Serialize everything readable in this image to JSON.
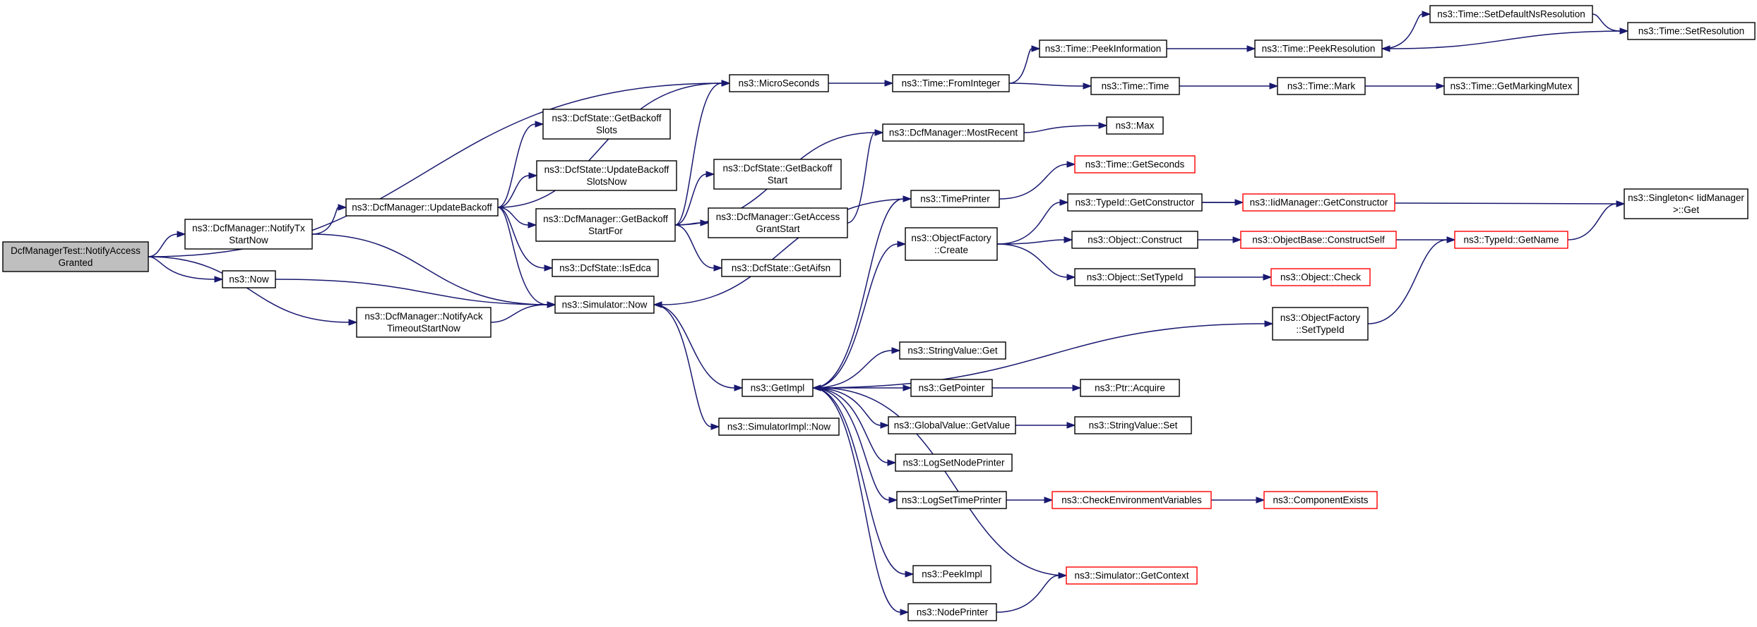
{
  "colors": {
    "edge": "#191970",
    "truncated_border": "#ff0000",
    "root_fill": "#bfbfbf"
  },
  "nodes": [
    {
      "id": "root",
      "lines": [
        "DcfManagerTest::NotifyAccess",
        "Granted"
      ],
      "root": true
    },
    {
      "id": "notifyTx",
      "lines": [
        "ns3::DcfManager::NotifyTx",
        "StartNow"
      ]
    },
    {
      "id": "now",
      "lines": [
        "ns3::Now"
      ]
    },
    {
      "id": "notifyAck",
      "lines": [
        "ns3::DcfManager::NotifyAck",
        "TimeoutStartNow"
      ]
    },
    {
      "id": "updateBackoff",
      "lines": [
        "ns3::DcfManager::UpdateBackoff"
      ]
    },
    {
      "id": "simNow",
      "lines": [
        "ns3::Simulator::Now"
      ]
    },
    {
      "id": "dsGetBackoffSlots",
      "lines": [
        "ns3::DcfState::GetBackoff",
        "Slots"
      ]
    },
    {
      "id": "dsUpdateBackoff",
      "lines": [
        "ns3::DcfState::UpdateBackoff",
        "SlotsNow"
      ]
    },
    {
      "id": "getBackoffStartFor",
      "lines": [
        "ns3::DcfManager::GetBackoff",
        "StartFor"
      ]
    },
    {
      "id": "isEdca",
      "lines": [
        "ns3::DcfState::IsEdca"
      ]
    },
    {
      "id": "microSeconds",
      "lines": [
        "ns3::MicroSeconds"
      ]
    },
    {
      "id": "dsGetBackoffStart",
      "lines": [
        "ns3::DcfState::GetBackoff",
        "Start"
      ]
    },
    {
      "id": "getAccessGrant",
      "lines": [
        "ns3::DcfManager::GetAccess",
        "GrantStart"
      ]
    },
    {
      "id": "getAifsn",
      "lines": [
        "ns3::DcfState::GetAifsn"
      ]
    },
    {
      "id": "getImpl",
      "lines": [
        "ns3::GetImpl"
      ]
    },
    {
      "id": "simImplNow",
      "lines": [
        "ns3::SimulatorImpl::Now"
      ]
    },
    {
      "id": "fromInteger",
      "lines": [
        "ns3::Time::FromInteger"
      ]
    },
    {
      "id": "mostRecent",
      "lines": [
        "ns3::DcfManager::MostRecent"
      ]
    },
    {
      "id": "timePrinter",
      "lines": [
        "ns3::TimePrinter"
      ]
    },
    {
      "id": "ofCreate",
      "lines": [
        "ns3::ObjectFactory",
        "::Create"
      ]
    },
    {
      "id": "stringValueGet",
      "lines": [
        "ns3::StringValue::Get"
      ]
    },
    {
      "id": "getPointer",
      "lines": [
        "ns3::GetPointer"
      ]
    },
    {
      "id": "gvGetValue",
      "lines": [
        "ns3::GlobalValue::GetValue"
      ]
    },
    {
      "id": "logSetNodePrinter",
      "lines": [
        "ns3::LogSetNodePrinter"
      ]
    },
    {
      "id": "logSetTimePrinter",
      "lines": [
        "ns3::LogSetTimePrinter"
      ]
    },
    {
      "id": "peekImpl",
      "lines": [
        "ns3::PeekImpl"
      ]
    },
    {
      "id": "nodePrinter",
      "lines": [
        "ns3::NodePrinter"
      ]
    },
    {
      "id": "peekInformation",
      "lines": [
        "ns3::Time::PeekInformation"
      ]
    },
    {
      "id": "timeTime",
      "lines": [
        "ns3::Time::Time"
      ]
    },
    {
      "id": "max",
      "lines": [
        "ns3::Max"
      ]
    },
    {
      "id": "getSeconds",
      "lines": [
        "ns3::Time::GetSeconds"
      ],
      "truncated": true
    },
    {
      "id": "getConstructor",
      "lines": [
        "ns3::TypeId::GetConstructor"
      ]
    },
    {
      "id": "objConstruct",
      "lines": [
        "ns3::Object::Construct"
      ]
    },
    {
      "id": "objSetTypeId",
      "lines": [
        "ns3::Object::SetTypeId"
      ]
    },
    {
      "id": "ofSetTypeId",
      "lines": [
        "ns3::ObjectFactory",
        "::SetTypeId"
      ]
    },
    {
      "id": "ptrAcquire",
      "lines": [
        "ns3::Ptr::Acquire"
      ]
    },
    {
      "id": "svSet",
      "lines": [
        "ns3::StringValue::Set"
      ]
    },
    {
      "id": "checkEnv",
      "lines": [
        "ns3::CheckEnvironmentVariables"
      ],
      "truncated": true
    },
    {
      "id": "simGetContext",
      "lines": [
        "ns3::Simulator::GetContext"
      ],
      "truncated": true
    },
    {
      "id": "peekResolution",
      "lines": [
        "ns3::Time::PeekResolution"
      ]
    },
    {
      "id": "timeMark",
      "lines": [
        "ns3::Time::Mark"
      ]
    },
    {
      "id": "iidGetConstructor",
      "lines": [
        "ns3::IidManager::GetConstructor"
      ],
      "truncated": true
    },
    {
      "id": "constructSelf",
      "lines": [
        "ns3::ObjectBase::ConstructSelf"
      ],
      "truncated": true
    },
    {
      "id": "objCheck",
      "lines": [
        "ns3::Object::Check"
      ],
      "truncated": true
    },
    {
      "id": "componentExists",
      "lines": [
        "ns3::ComponentExists"
      ],
      "truncated": true
    },
    {
      "id": "setDefaultNs",
      "lines": [
        "ns3::Time::SetDefaultNsResolution"
      ]
    },
    {
      "id": "getMarkingMutex",
      "lines": [
        "ns3::Time::GetMarkingMutex"
      ]
    },
    {
      "id": "typeIdGetName",
      "lines": [
        "ns3::TypeId::GetName"
      ],
      "truncated": true
    },
    {
      "id": "setResolution",
      "lines": [
        "ns3::Time::SetResolution"
      ]
    },
    {
      "id": "singletonGet",
      "lines": [
        "ns3::Singleton< IidManager",
        " >::Get"
      ]
    }
  ],
  "edges": [
    [
      "root",
      "microSeconds"
    ],
    [
      "root",
      "notifyTx"
    ],
    [
      "root",
      "now"
    ],
    [
      "root",
      "notifyAck"
    ],
    [
      "notifyTx",
      "updateBackoff"
    ],
    [
      "notifyTx",
      "simNow"
    ],
    [
      "now",
      "simNow"
    ],
    [
      "notifyAck",
      "simNow"
    ],
    [
      "updateBackoff",
      "microSeconds"
    ],
    [
      "updateBackoff",
      "dsGetBackoffSlots"
    ],
    [
      "updateBackoff",
      "dsUpdateBackoff"
    ],
    [
      "updateBackoff",
      "getBackoffStartFor"
    ],
    [
      "updateBackoff",
      "isEdca"
    ],
    [
      "updateBackoff",
      "simNow"
    ],
    [
      "getBackoffStartFor",
      "microSeconds"
    ],
    [
      "getBackoffStartFor",
      "mostRecent"
    ],
    [
      "getBackoffStartFor",
      "dsGetBackoffStart"
    ],
    [
      "getBackoffStartFor",
      "getAccessGrant"
    ],
    [
      "getBackoffStartFor",
      "getAifsn"
    ],
    [
      "getAccessGrant",
      "mostRecent"
    ],
    [
      "simNow",
      "getImpl"
    ],
    [
      "simNow",
      "simImplNow"
    ],
    [
      "microSeconds",
      "fromInteger"
    ],
    [
      "fromInteger",
      "peekInformation"
    ],
    [
      "fromInteger",
      "timeTime"
    ],
    [
      "peekInformation",
      "peekResolution"
    ],
    [
      "timeTime",
      "timeMark"
    ],
    [
      "timeMark",
      "getMarkingMutex"
    ],
    [
      "peekResolution",
      "setDefaultNs"
    ],
    [
      "setDefaultNs",
      "setResolution"
    ],
    [
      "setResolution",
      "peekResolution"
    ],
    [
      "mostRecent",
      "max"
    ],
    [
      "getImpl",
      "timePrinter"
    ],
    [
      "getImpl",
      "ofCreate"
    ],
    [
      "getImpl",
      "ofSetTypeId"
    ],
    [
      "getImpl",
      "stringValueGet"
    ],
    [
      "getImpl",
      "getPointer"
    ],
    [
      "getImpl",
      "gvGetValue"
    ],
    [
      "getImpl",
      "logSetNodePrinter"
    ],
    [
      "getImpl",
      "logSetTimePrinter"
    ],
    [
      "getImpl",
      "peekImpl"
    ],
    [
      "getImpl",
      "nodePrinter"
    ],
    [
      "timePrinter",
      "getSeconds"
    ],
    [
      "timePrinter",
      "simNow"
    ],
    [
      "ofCreate",
      "getConstructor"
    ],
    [
      "ofCreate",
      "objConstruct"
    ],
    [
      "ofCreate",
      "objSetTypeId"
    ],
    [
      "getConstructor",
      "iidGetConstructor"
    ],
    [
      "getConstructor",
      "singletonGet"
    ],
    [
      "objConstruct",
      "constructSelf"
    ],
    [
      "objSetTypeId",
      "objCheck"
    ],
    [
      "constructSelf",
      "typeIdGetName"
    ],
    [
      "typeIdGetName",
      "singletonGet"
    ],
    [
      "ofSetTypeId",
      "typeIdGetName"
    ],
    [
      "getPointer",
      "ptrAcquire"
    ],
    [
      "gvGetValue",
      "svSet"
    ],
    [
      "logSetTimePrinter",
      "checkEnv"
    ],
    [
      "checkEnv",
      "componentExists"
    ],
    [
      "nodePrinter",
      "simGetContext"
    ],
    [
      "simGetContext",
      "getImpl"
    ]
  ]
}
